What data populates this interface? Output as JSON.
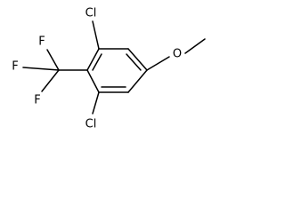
{
  "structure": {
    "atoms": {
      "cl_top": "Cl",
      "cl_bottom": "Cl",
      "f1": "F",
      "f2": "F",
      "f3": "F",
      "o": "O"
    }
  },
  "colors": {
    "bond": "#000000",
    "label": "#000000",
    "background": "#ffffff"
  }
}
